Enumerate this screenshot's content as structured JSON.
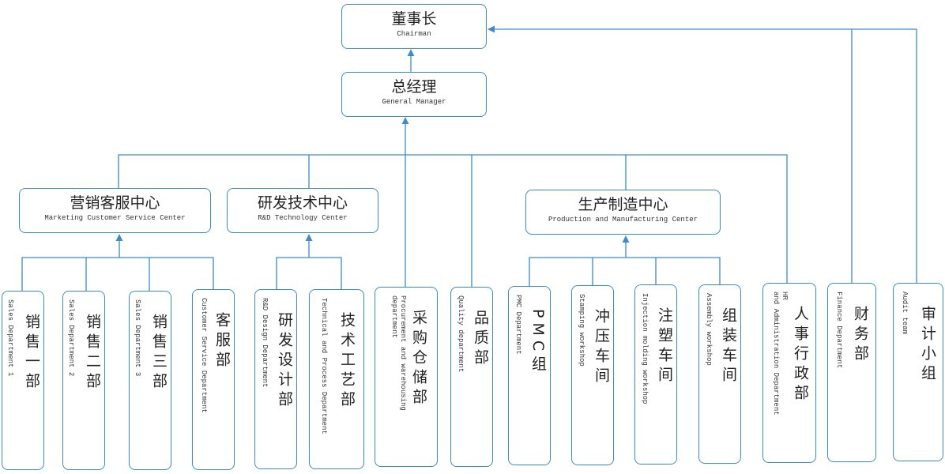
{
  "chairman": {
    "zh": "董事长",
    "en": "Chairman"
  },
  "general_manager": {
    "zh": "总经理",
    "en": "General Manager"
  },
  "centers": {
    "marketing": {
      "zh": "营销客服中心",
      "en": "Marketing Customer Service Center"
    },
    "rd": {
      "zh": "研发技术中心",
      "en": "R&D Technology Center"
    },
    "production": {
      "zh": "生产制造中心",
      "en": "Production and Manufacturing Center"
    }
  },
  "departments": {
    "sales1": {
      "zh": "销售一部",
      "en": "Sales Department 1"
    },
    "sales2": {
      "zh": "销售二部",
      "en": "Sales Department 2"
    },
    "sales3": {
      "zh": "销售三部",
      "en": "Sales Department 3"
    },
    "customer_service": {
      "zh": "客服部",
      "en": "Customer Service Department"
    },
    "rd_design": {
      "zh": "研发设计部",
      "en": "R&D Design Department"
    },
    "technical_process": {
      "zh": "技术工艺部",
      "en": "Technical and Process Department"
    },
    "procurement": {
      "zh": "采购仓储部",
      "en": "Procurement and warehousing\ndepartment"
    },
    "quality": {
      "zh": "品质部",
      "en": "Quality department"
    },
    "pmc": {
      "zh": "PMC组",
      "en": "PMC Department"
    },
    "stamping": {
      "zh": "冲压车间",
      "en": "Stamping workshop"
    },
    "injection": {
      "zh": "注塑车间",
      "en": "Injection molding workshop"
    },
    "assembly": {
      "zh": "组装车间",
      "en": "Assembly workshop"
    },
    "hr_admin": {
      "zh": "人事行政部",
      "en": "HR\nand Administration Department"
    },
    "finance": {
      "zh": "财务部",
      "en": "Finance Department"
    },
    "audit": {
      "zh": "审计小组",
      "en": "Audit team"
    }
  },
  "colors": {
    "line": "#3d8cc9",
    "border": "#3d8cc9",
    "text": "#222222"
  }
}
